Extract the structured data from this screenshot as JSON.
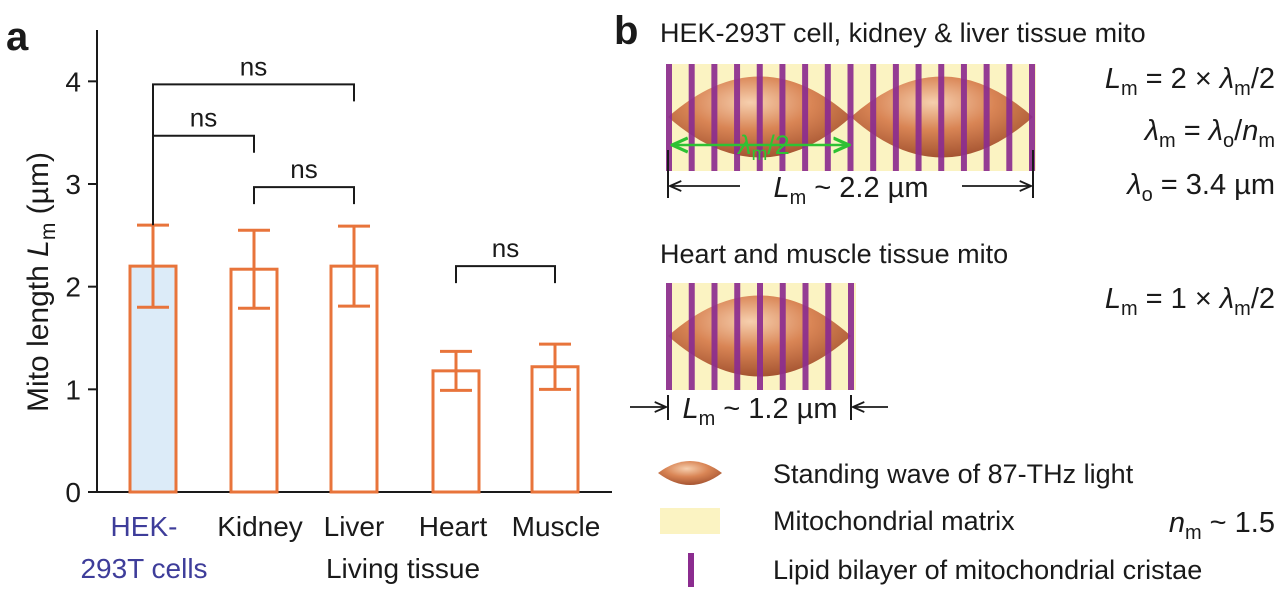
{
  "panel_a": {
    "label": "a",
    "ylabel_prefix": "Mito length ",
    "ylabel_sym": "L",
    "ylabel_sub": "m",
    "ylabel_unit": " (µm)",
    "group_label": "Living tissue",
    "significance": "ns",
    "colors": {
      "bar_edge": "#e8743b",
      "cell_fill": "#dcebf8",
      "cell_label": "#3e3d9a"
    }
  },
  "chart_data": {
    "type": "bar",
    "categories": [
      "HEK-293T cells",
      "Kidney",
      "Liver",
      "Heart",
      "Muscle"
    ],
    "category_lines": [
      [
        "HEK-",
        "293T cells"
      ],
      [
        "Kidney"
      ],
      [
        "Liver"
      ],
      [
        "Heart"
      ],
      [
        "Muscle"
      ]
    ],
    "values": [
      2.2,
      2.17,
      2.2,
      1.18,
      1.22
    ],
    "error": [
      0.4,
      0.38,
      0.39,
      0.19,
      0.22
    ],
    "ylim": [
      0,
      4.5
    ],
    "yticks": [
      0,
      1,
      2,
      3,
      4
    ],
    "comparisons": [
      {
        "a": 0,
        "b": 2,
        "label": "ns",
        "y": 3.97
      },
      {
        "a": 0,
        "b": 1,
        "label": "ns",
        "y": 3.47
      },
      {
        "a": 1,
        "b": 2,
        "label": "ns",
        "y": 2.97
      },
      {
        "a": 3,
        "b": 4,
        "label": "ns",
        "y": 2.2
      }
    ]
  },
  "panel_b": {
    "label": "b",
    "top_title": "HEK-293T cell, kidney & liver tissue mito",
    "top_eq1": {
      "lhs": "L",
      "lhs_sub": "m",
      "mid": " = 2 × ",
      "lam": "λ",
      "lam_sub": "m",
      "tail": "/2"
    },
    "top_eq2": {
      "lam": "λ",
      "lam_sub": "m",
      "mid": " = ",
      "lam0": "λ",
      "lam0_sub": "o",
      "div": "/",
      "n": "n",
      "n_sub": "m"
    },
    "top_eq3": {
      "lam": "λ",
      "lam_sub": "o",
      "tail": " = 3.4 µm"
    },
    "half_wave": {
      "lam": "λ",
      "lam_sub": "m",
      "tail": "/2"
    },
    "top_measure": {
      "sym": "L",
      "sub": "m",
      "tail": " ~ 2.2 µm"
    },
    "bottom_title": "Heart and muscle tissue mito",
    "bottom_eq": {
      "lhs": "L",
      "lhs_sub": "m",
      "mid": " = 1 × ",
      "lam": "λ",
      "lam_sub": "m",
      "tail": "/2"
    },
    "bottom_measure": {
      "sym": "L",
      "sub": "m",
      "tail": " ~ 1.2 µm"
    },
    "colors": {
      "matrix": "#fbf3c2",
      "cristae": "#8b2c8f",
      "wave": "#c87047",
      "half_arrow": "#2ec233"
    }
  },
  "legend": {
    "wave": "Standing wave of 87-THz light",
    "matrix": "Mitochondrial matrix",
    "index": {
      "sym": "n",
      "sub": "m",
      "tail": " ~ 1.5"
    },
    "cristae": "Lipid bilayer of mitochondrial cristae"
  }
}
